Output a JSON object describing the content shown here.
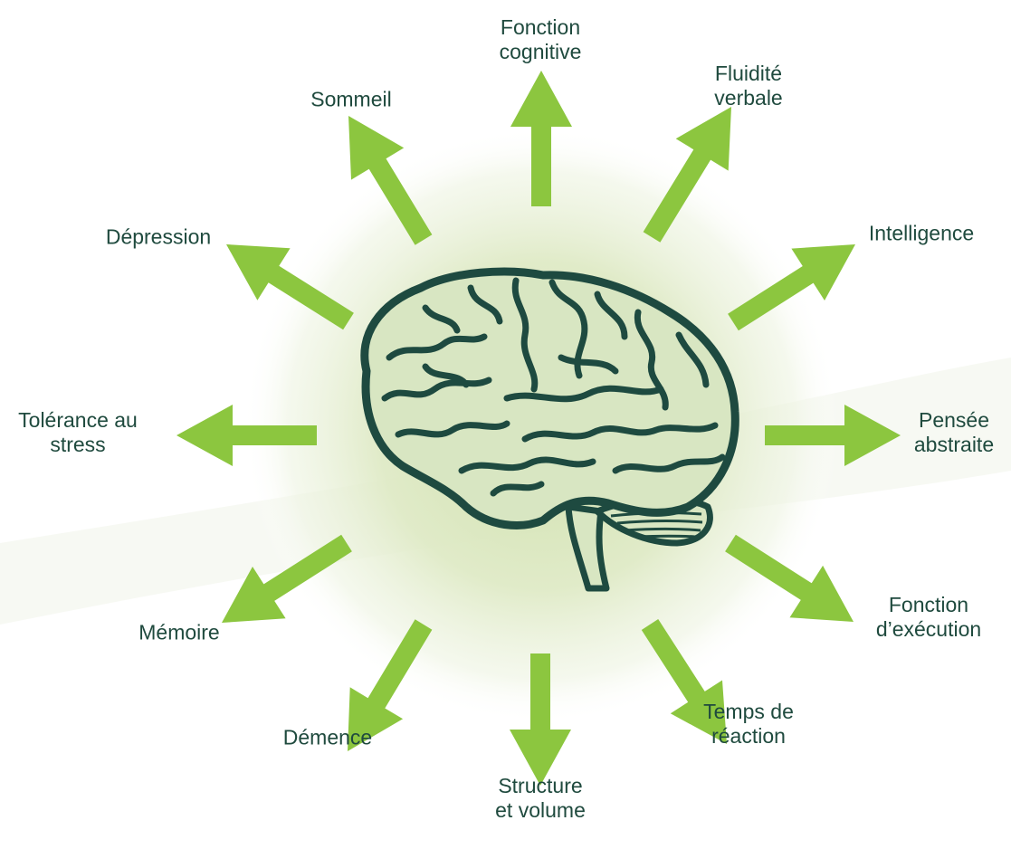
{
  "colors": {
    "arrow": "#8cc63f",
    "label_text": "#1f4a3e",
    "brain_outline": "#1e4a40",
    "brain_fill": "#d8e6c2",
    "glow": "#e3edc8"
  },
  "center": {
    "icon": "brain-icon"
  },
  "outcomes": [
    {
      "id": "fonction-cognitive",
      "lines": [
        "Fonction",
        "cognitive"
      ]
    },
    {
      "id": "fluidite-verbale",
      "lines": [
        "Fluidité",
        "verbale"
      ]
    },
    {
      "id": "intelligence",
      "lines": [
        "Intelligence"
      ]
    },
    {
      "id": "pensee-abstraite",
      "lines": [
        "Pensée",
        "abstraite"
      ]
    },
    {
      "id": "fonction-execution",
      "lines": [
        "Fonction",
        "d’exécution"
      ]
    },
    {
      "id": "temps-de-reaction",
      "lines": [
        "Temps de",
        "réaction"
      ]
    },
    {
      "id": "structure-et-volume",
      "lines": [
        "Structure",
        "et volume"
      ]
    },
    {
      "id": "demence",
      "lines": [
        "Démence"
      ]
    },
    {
      "id": "memoire",
      "lines": [
        "Mémoire"
      ]
    },
    {
      "id": "tolerance-au-stress",
      "lines": [
        "Tolérance au",
        "stress"
      ]
    },
    {
      "id": "depression",
      "lines": [
        "Dépression"
      ]
    },
    {
      "id": "sommeil",
      "lines": [
        "Sommeil"
      ]
    }
  ]
}
